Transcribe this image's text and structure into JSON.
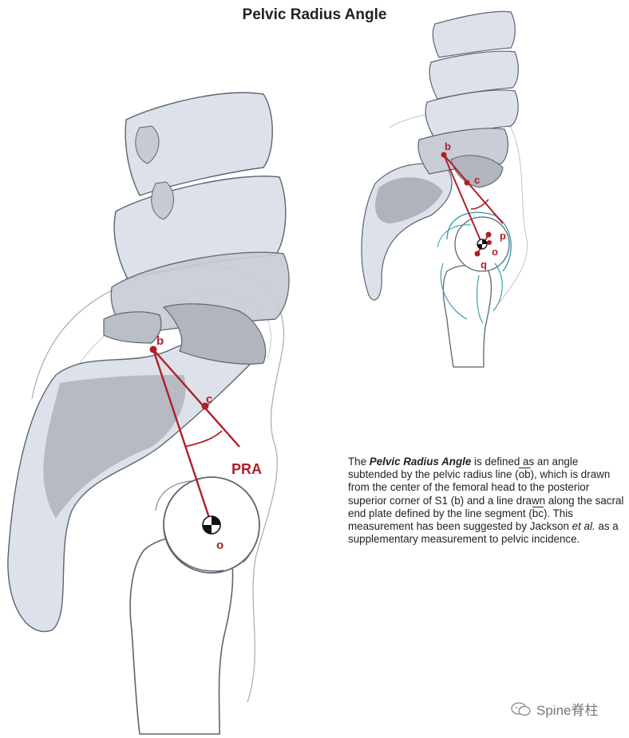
{
  "title": "Pelvic Radius Angle",
  "labels": {
    "b": "b",
    "c": "c",
    "o": "o",
    "pra": "PRA",
    "p": "p",
    "q": "q"
  },
  "caption": {
    "p1": "The ",
    "term": "Pelvic Radius Angle",
    "p2": " is defined as an angle subtended by the pelvic radius line (",
    "ob": "ob",
    "p3": "), which is drawn from the center of the femoral head to the posterior superior corner of S1 (b) and a line drawn along the sacral end plate defined by the line segment (",
    "bc": "bc",
    "p4": "). This measurement has been suggested by Jackson ",
    "etal": "et al.",
    "p5": " as a supplementary measurement to pelvic incidence."
  },
  "watermark": "Spine脊柱",
  "colors": {
    "accent": "#b01e2a",
    "bone": "#dde1ea",
    "bone_dark": "#b9bec7",
    "outline": "#5b6570",
    "teal": "#2a9aa6"
  }
}
